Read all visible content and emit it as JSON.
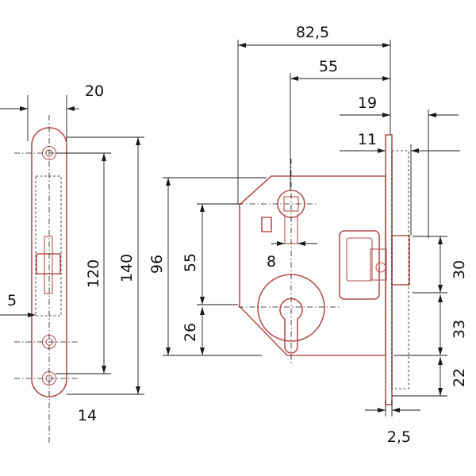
{
  "dimensions": {
    "overall_depth": "82,5",
    "backset": "55",
    "bolt_projection": "19",
    "latch_projection": "11",
    "forend_width": "20",
    "handle_to_key": "55",
    "follower_square": "8",
    "case_height": "96",
    "key_to_bottom": "26",
    "latch_height": "30",
    "latch_to_key": "33",
    "bolt_offset": "22",
    "forend_thickness": "2,5",
    "screw_spacing_inner": "120",
    "forend_length": "140",
    "screw_offset": "5",
    "forend_bottom": "14"
  },
  "colors": {
    "part": "#b8504f",
    "dimension": "#1a1a1a"
  }
}
